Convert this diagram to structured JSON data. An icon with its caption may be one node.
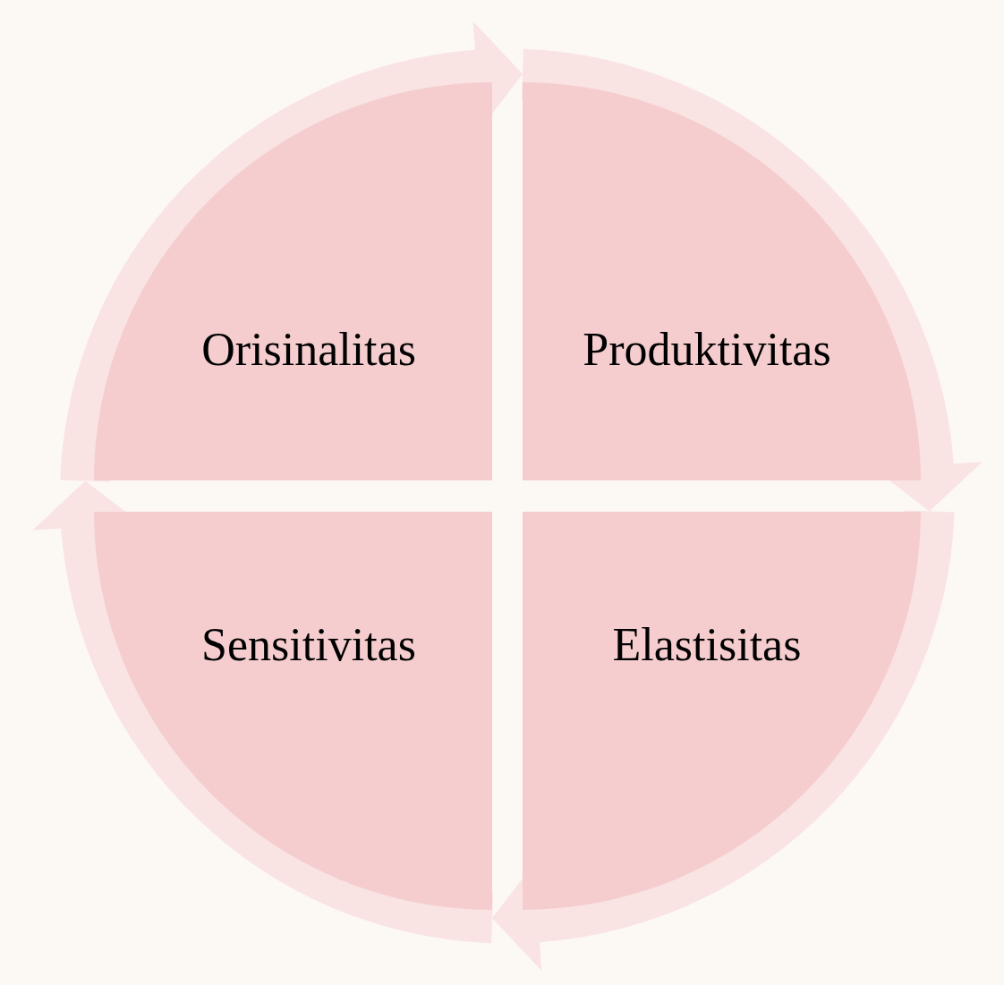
{
  "diagram": {
    "nodes": [
      {
        "text": [
          "Orisinalitas"
        ]
      },
      {
        "text": [
          "Produktivitas"
        ]
      },
      {
        "text": [
          "Sensitivitas"
        ]
      },
      {
        "text": [
          "Elastisitas"
        ]
      }
    ],
    "edges": [
      {
        "from": 0,
        "to": 1,
        "arrow": "to"
      },
      {
        "from": 1,
        "to": 3,
        "arrow": "to"
      },
      {
        "from": 3,
        "to": 2,
        "arrow": "to"
      },
      {
        "from": 2,
        "to": 0,
        "arrow": "to"
      }
    ]
  }
}
